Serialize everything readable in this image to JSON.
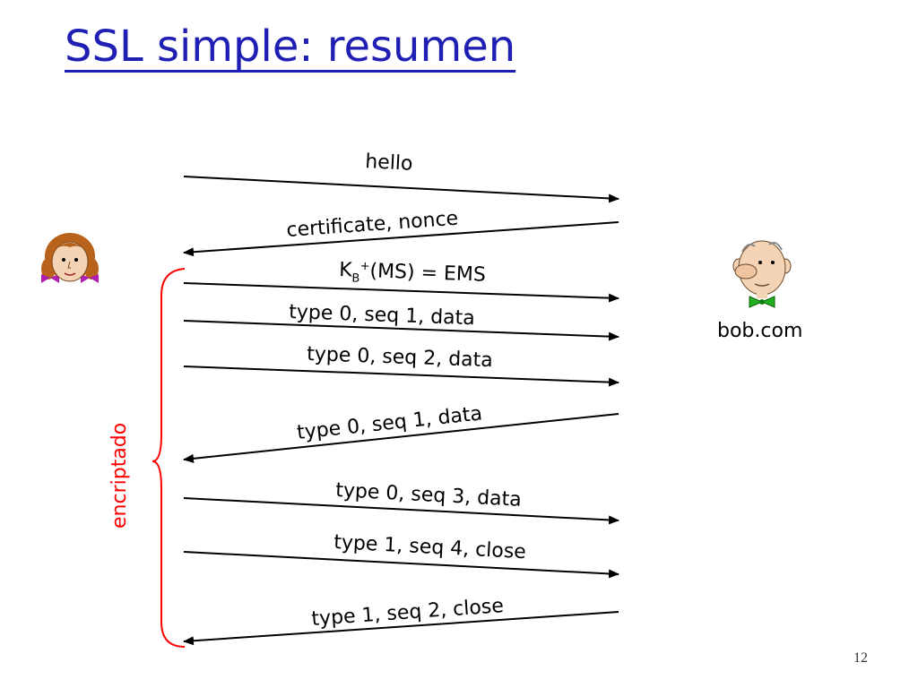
{
  "title": "SSL simple: resumen",
  "bob_label": "bob.com",
  "encrypted_label": "encriptado",
  "page_number": "12",
  "messages": [
    {
      "text": "hello",
      "dir": "right"
    },
    {
      "text": "certificate, nonce",
      "dir": "left"
    },
    {
      "key": "K",
      "sub": "B",
      "sup": "+",
      "rest": "(MS) = EMS",
      "dir": "right"
    },
    {
      "text": "type 0, seq 1, data",
      "dir": "right"
    },
    {
      "text": "type 0, seq 2, data",
      "dir": "right"
    },
    {
      "text": "type 0, seq 1, data",
      "dir": "left"
    },
    {
      "text": "type 0, seq 3, data",
      "dir": "right"
    },
    {
      "text": "type 1, seq 4, close",
      "dir": "right"
    },
    {
      "text": "type 1, seq 2, close",
      "dir": "left"
    }
  ],
  "colors": {
    "title": "#1f1fb4",
    "brace": "#ff0000",
    "encrypted_label": "#ff0000",
    "arrow": "#000000"
  },
  "icons": {
    "alice": "alice-cartoon-icon",
    "bob": "bob-cartoon-icon"
  }
}
